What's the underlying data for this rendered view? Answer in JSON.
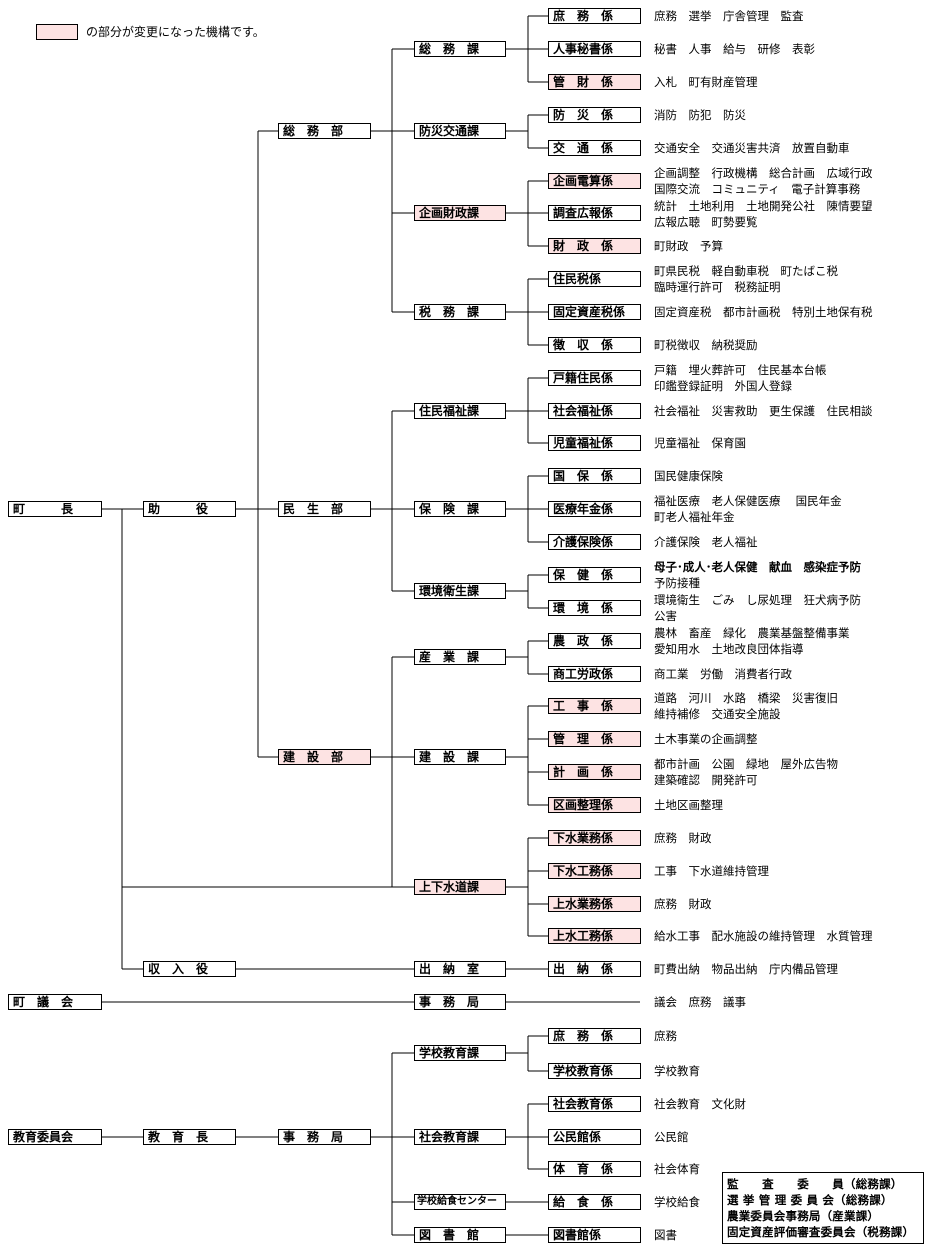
{
  "legend": {
    "text": "の部分が変更になった機構です。",
    "highlight_color": "#fde3e3"
  },
  "nodes": {
    "chou": "町　　　長",
    "joyaku": "助　　　役",
    "shunyuyaku": "収　入　役",
    "gikai": "町　議　会",
    "kyouiku_iinkai": "教育委員会",
    "kyouikuchou": "教　育　長",
    "somubu": "総　務　部",
    "minseibu": "民　生　部",
    "kensetsubu": "建　設　部",
    "kyoiku_jimukyoku": "事　務　局",
    "somuka": "総　務　課",
    "bousai": "防災交通課",
    "kikaku": "企画財政課",
    "zeimu": "税　務　課",
    "jumin_fukushi": "住民福祉課",
    "hoken": "保　険　課",
    "kankyo": "環境衛生課",
    "sangyo": "産　業　課",
    "kensetsuka": "建　設　課",
    "jougesuidou": "上下水道課",
    "suitou": "出　納　室",
    "gikai_jimukyoku": "事　務　局",
    "gakko_kyoiku": "学校教育課",
    "shakai_kyoiku": "社会教育課",
    "kyushoku": "学校給食センター",
    "toshokan": "図　書　館"
  },
  "sections": [
    {
      "name": "庶　務　係",
      "duties": [
        "庶務　選挙　庁舎管理　監査"
      ],
      "changed": false
    },
    {
      "name": "人事秘書係",
      "duties": [
        "秘書　人事　給与　研修　表彰"
      ],
      "changed": false
    },
    {
      "name": "管　財　係",
      "duties": [
        "入札　町有財産管理"
      ],
      "changed": true
    },
    {
      "name": "防　災　係",
      "duties": [
        "消防　防犯　防災"
      ],
      "changed": false
    },
    {
      "name": "交　通　係",
      "duties": [
        "交通安全　交通災害共済　放置自動車"
      ],
      "changed": false
    },
    {
      "name": "企画電算係",
      "duties": [
        "企画調整　行政機構　総合計画　広域行政",
        "国際交流　コミュニティ　電子計算事務"
      ],
      "changed": true
    },
    {
      "name": "調査広報係",
      "duties": [
        "統計　土地利用　土地開発公社　陳情要望",
        "広報広聴　町勢要覧"
      ],
      "changed": false
    },
    {
      "name": "財　政　係",
      "duties": [
        "町財政　予算"
      ],
      "changed": true
    },
    {
      "name": "住民税係",
      "duties": [
        "町県民税　軽自動車税　町たばこ税",
        "臨時運行許可　税務証明"
      ],
      "changed": false
    },
    {
      "name": "固定資産税係",
      "duties": [
        "固定資産税　都市計画税　特別土地保有税"
      ],
      "changed": false
    },
    {
      "name": "徴　収　係",
      "duties": [
        "町税徴収　納税奨励"
      ],
      "changed": false
    },
    {
      "name": "戸籍住民係",
      "duties": [
        "戸籍　埋火葬許可　住民基本台帳",
        "印鑑登録証明　外国人登録"
      ],
      "changed": false
    },
    {
      "name": "社会福祉係",
      "duties": [
        "社会福祉　災害救助　更生保護　住民相談"
      ],
      "changed": false
    },
    {
      "name": "児童福祉係",
      "duties": [
        "児童福祉　保育園"
      ],
      "changed": false
    },
    {
      "name": "国　保　係",
      "duties": [
        "国民健康保険"
      ],
      "changed": false
    },
    {
      "name": "医療年金係",
      "duties": [
        "福祉医療　老人保健医療　 国民年金",
        "町老人福祉年金"
      ],
      "changed": false
    },
    {
      "name": "介護保険係",
      "duties": [
        "介護保険　老人福祉"
      ],
      "changed": false
    },
    {
      "name": "保　健　係",
      "duties": [
        "母子･成人･老人保健　献血　感染症予防",
        "予防接種"
      ],
      "changed": false
    },
    {
      "name": "環　境　係",
      "duties": [
        "環境衛生　ごみ　し尿処理　狂犬病予防",
        "公害"
      ],
      "changed": false
    },
    {
      "name": "農　政　係",
      "duties": [
        "農林　畜産　緑化　農業基盤整備事業",
        "愛知用水　土地改良団体指導"
      ],
      "changed": false
    },
    {
      "name": "商工労政係",
      "duties": [
        "商工業　労働　消費者行政"
      ],
      "changed": false
    },
    {
      "name": "工　事　係",
      "duties": [
        "道路　河川　水路　橋梁　災害復旧",
        "維持補修　交通安全施設"
      ],
      "changed": true
    },
    {
      "name": "管　理　係",
      "duties": [
        "土木事業の企画調整"
      ],
      "changed": true
    },
    {
      "name": "計　画　係",
      "duties": [
        "都市計画　公園　緑地　屋外広告物",
        "建築確認　開発許可"
      ],
      "changed": true
    },
    {
      "name": "区画整理係",
      "duties": [
        "土地区画整理"
      ],
      "changed": true
    },
    {
      "name": "下水業務係",
      "duties": [
        "庶務　財政"
      ],
      "changed": true
    },
    {
      "name": "下水工務係",
      "duties": [
        "工事　下水道維持管理"
      ],
      "changed": true
    },
    {
      "name": "上水業務係",
      "duties": [
        "庶務　財政"
      ],
      "changed": true
    },
    {
      "name": "上水工務係",
      "duties": [
        "給水工事　配水施設の維持管理　水質管理"
      ],
      "changed": true
    },
    {
      "name": "出　納　係",
      "duties": [
        "町費出納　物品出納　庁内備品管理"
      ],
      "changed": false
    },
    {
      "name": "",
      "duties": [
        "議会　庶務　議事"
      ],
      "changed": false
    },
    {
      "name": "庶　務　係",
      "duties": [
        "庶務"
      ],
      "changed": false
    },
    {
      "name": "学校教育係",
      "duties": [
        "学校教育"
      ],
      "changed": false
    },
    {
      "name": "社会教育係",
      "duties": [
        "社会教育　文化財"
      ],
      "changed": false
    },
    {
      "name": "公民館係",
      "duties": [
        "公民館"
      ],
      "changed": false
    },
    {
      "name": "体　育　係",
      "duties": [
        "社会体育"
      ],
      "changed": false
    },
    {
      "name": "給　食　係",
      "duties": [
        "学校給食"
      ],
      "changed": false
    },
    {
      "name": "図書館係",
      "duties": [
        "図書"
      ],
      "changed": false
    }
  ],
  "committees": [
    "監　　査　　委　　員（総務課）",
    "選 挙 管 理 委 員 会（総務課）",
    "農業委員会事務局（産業課）",
    "固定資産評価審査委員会（税務課）"
  ]
}
